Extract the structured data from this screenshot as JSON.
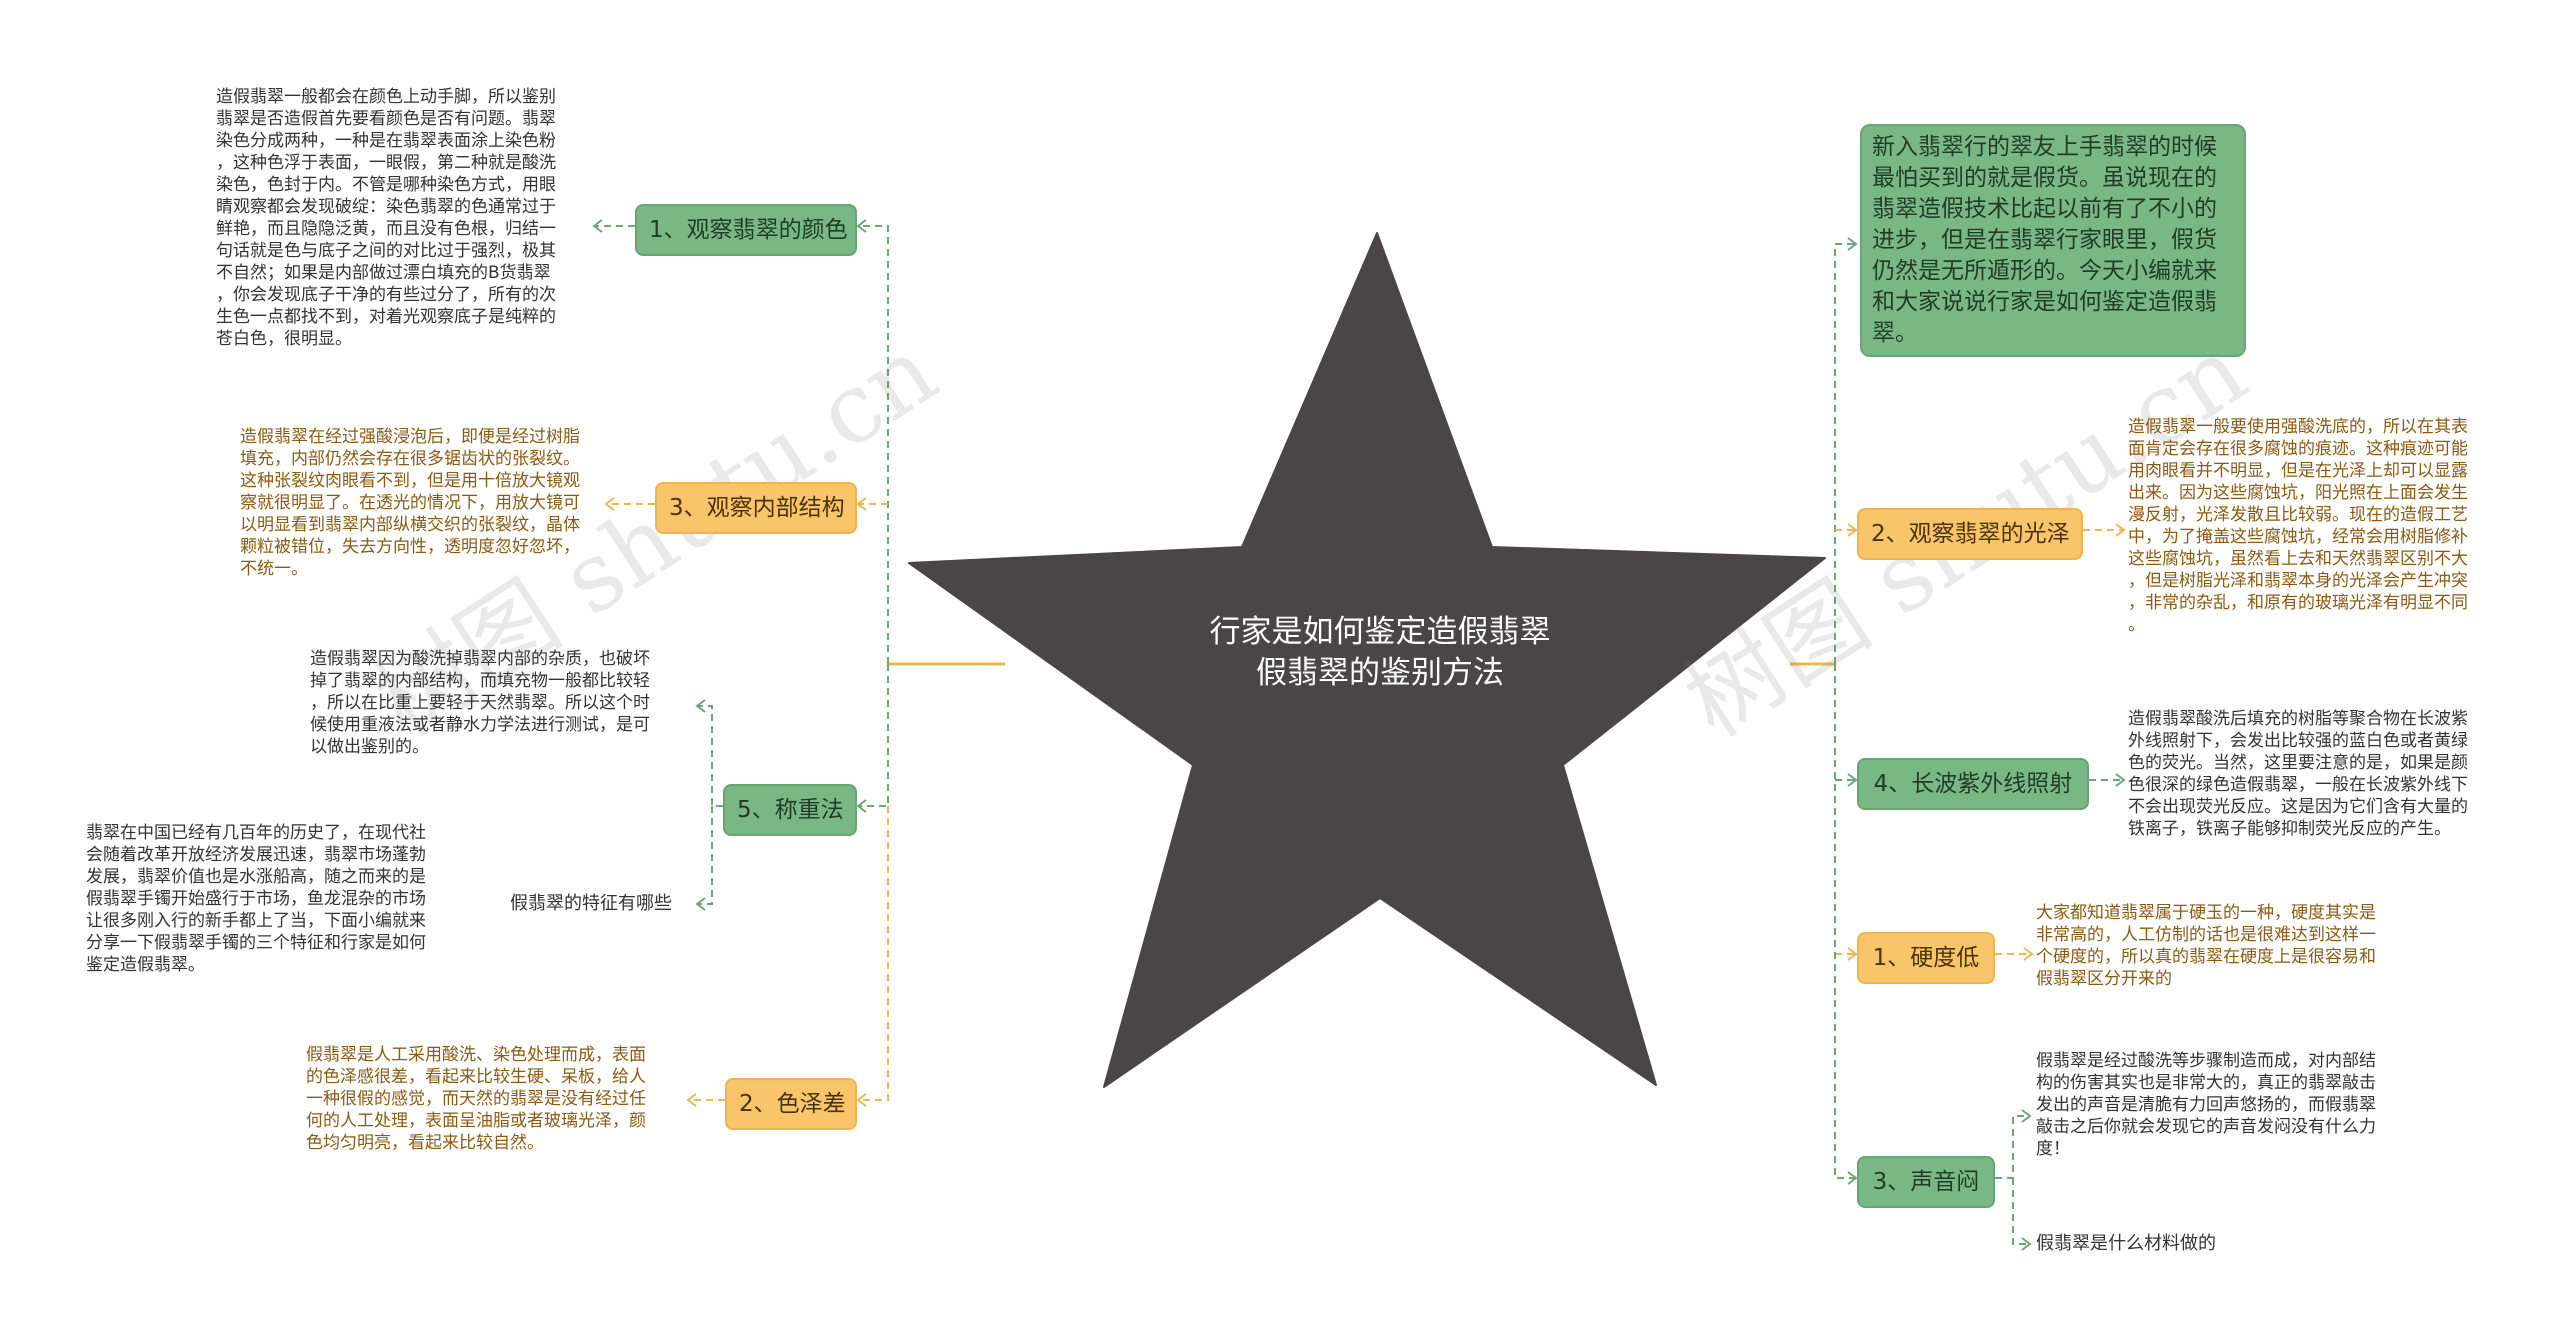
{
  "center": {
    "title": "行家是如何鉴定造假翡翠\n假翡翠的鉴别方法"
  },
  "watermark": "树图 shutu.cn",
  "intro": "新入翡翠行的翠友上手翡翠的时候最怕买到的就是假货。虽说现在的翡翠造假技术比起以前有了不小的进步，但是在翡翠行家眼里，假货仍然是无所遁形的。今天小编就来和大家说说行家是如何鉴定造假翡翠。",
  "left": {
    "n1": {
      "label": "1、观察翡翠的颜色",
      "text": "造假翡翠一般都会在颜色上动手脚，所以鉴别\n翡翠是否造假首先要看颜色是否有问题。翡翠\n染色分成两种，一种是在翡翠表面涂上染色粉\n，这种色浮于表面，一眼假，第二种就是酸洗\n染色，色封于内。不管是哪种染色方式，用眼\n睛观察都会发现破绽：染色翡翠的色通常过于\n鲜艳，而且隐隐泛黄，而且没有色根，归结一\n句话就是色与底子之间的对比过于强烈，极其\n不自然；如果是内部做过漂白填充的B货翡翠\n，你会发现底子干净的有些过分了，所有的次\n生色一点都找不到，对着光观察底子是纯粹的\n苍白色，很明显。"
    },
    "n3": {
      "label": "3、观察内部结构",
      "text": "造假翡翠在经过强酸浸泡后，即便是经过树脂\n填充，内部仍然会存在很多锯齿状的张裂纹。\n这种张裂纹肉眼看不到，但是用十倍放大镜观\n察就很明显了。在透光的情况下，用放大镜可\n以明显看到翡翠内部纵横交织的张裂纹，晶体\n颗粒被错位，失去方向性，透明度忽好忽坏，\n不统一。"
    },
    "n5": {
      "label": "5、称重法",
      "text": "造假翡翠因为酸洗掉翡翠内部的杂质，也破坏\n掉了翡翠的内部结构，而填充物一般都比较轻\n，所以在比重上要轻于天然翡翠。所以这个时\n候使用重液法或者静水力学法进行测试，是可\n以做出鉴别的。"
    },
    "features": {
      "label": "假翡翠的特征有哪些",
      "text": "翡翠在中国已经有几百年的历史了，在现代社\n会随着改革开放经济发展迅速，翡翠市场蓬勃\n发展，翡翠价值也是水涨船高，随之而来的是\n假翡翠手镯开始盛行于市场，鱼龙混杂的市场\n让很多刚入行的新手都上了当，下面小编就来\n分享一下假翡翠手镯的三个特征和行家是如何\n鉴定造假翡翠。"
    },
    "n2": {
      "label": "2、色泽差",
      "text": "假翡翠是人工采用酸洗、染色处理而成，表面\n的色泽感很差，看起来比较生硬、呆板，给人\n一种很假的感觉，而天然的翡翠是没有经过任\n何的人工处理，表面呈油脂或者玻璃光泽，颜\n色均匀明亮，看起来比较自然。"
    }
  },
  "right": {
    "n2": {
      "label": "2、观察翡翠的光泽",
      "text": "造假翡翠一般要使用强酸洗底的，所以在其表\n面肯定会存在很多腐蚀的痕迹。这种痕迹可能\n用肉眼看并不明显，但是在光泽上却可以显露\n出来。因为这些腐蚀坑，阳光照在上面会发生\n漫反射，光泽发散且比较弱。现在的造假工艺\n中，为了掩盖这些腐蚀坑，经常会用树脂修补\n这些腐蚀坑，虽然看上去和天然翡翠区别不大\n，但是树脂光泽和翡翠本身的光泽会产生冲突\n，非常的杂乱，和原有的玻璃光泽有明显不同\n。"
    },
    "n4": {
      "label": "4、长波紫外线照射",
      "text": "造假翡翠酸洗后填充的树脂等聚合物在长波紫\n外线照射下，会发出比较强的蓝白色或者黄绿\n色的荧光。当然，这里要注意的是，如果是颜\n色很深的绿色造假翡翠，一般在长波紫外线下\n不会出现荧光反应。这是因为它们含有大量的\n铁离子，铁离子能够抑制荧光反应的产生。"
    },
    "n1": {
      "label": "1、硬度低",
      "text": "大家都知道翡翠属于硬玉的一种，硬度其实是\n非常高的，人工仿制的话也是很难达到这样一\n个硬度的，所以真的翡翠在硬度上是很容易和\n假翡翠区分开来的"
    },
    "n3": {
      "label": "3、声音闷",
      "text": "假翡翠是经过酸洗等步骤制造而成，对内部结\n构的伤害其实也是非常大的，真正的翡翠敲击\n发出的声音是清脆有力回声悠扬的，而假翡翠\n敲击之后你就会发现它的声音发闷没有什么力\n度！",
      "sub": "假翡翠是什么材料做的"
    }
  },
  "colors": {
    "star": "#4a4546",
    "green": "#79b785",
    "orange": "#f9c56a",
    "green_line": "#6aa878",
    "orange_line": "#f0b64e"
  }
}
